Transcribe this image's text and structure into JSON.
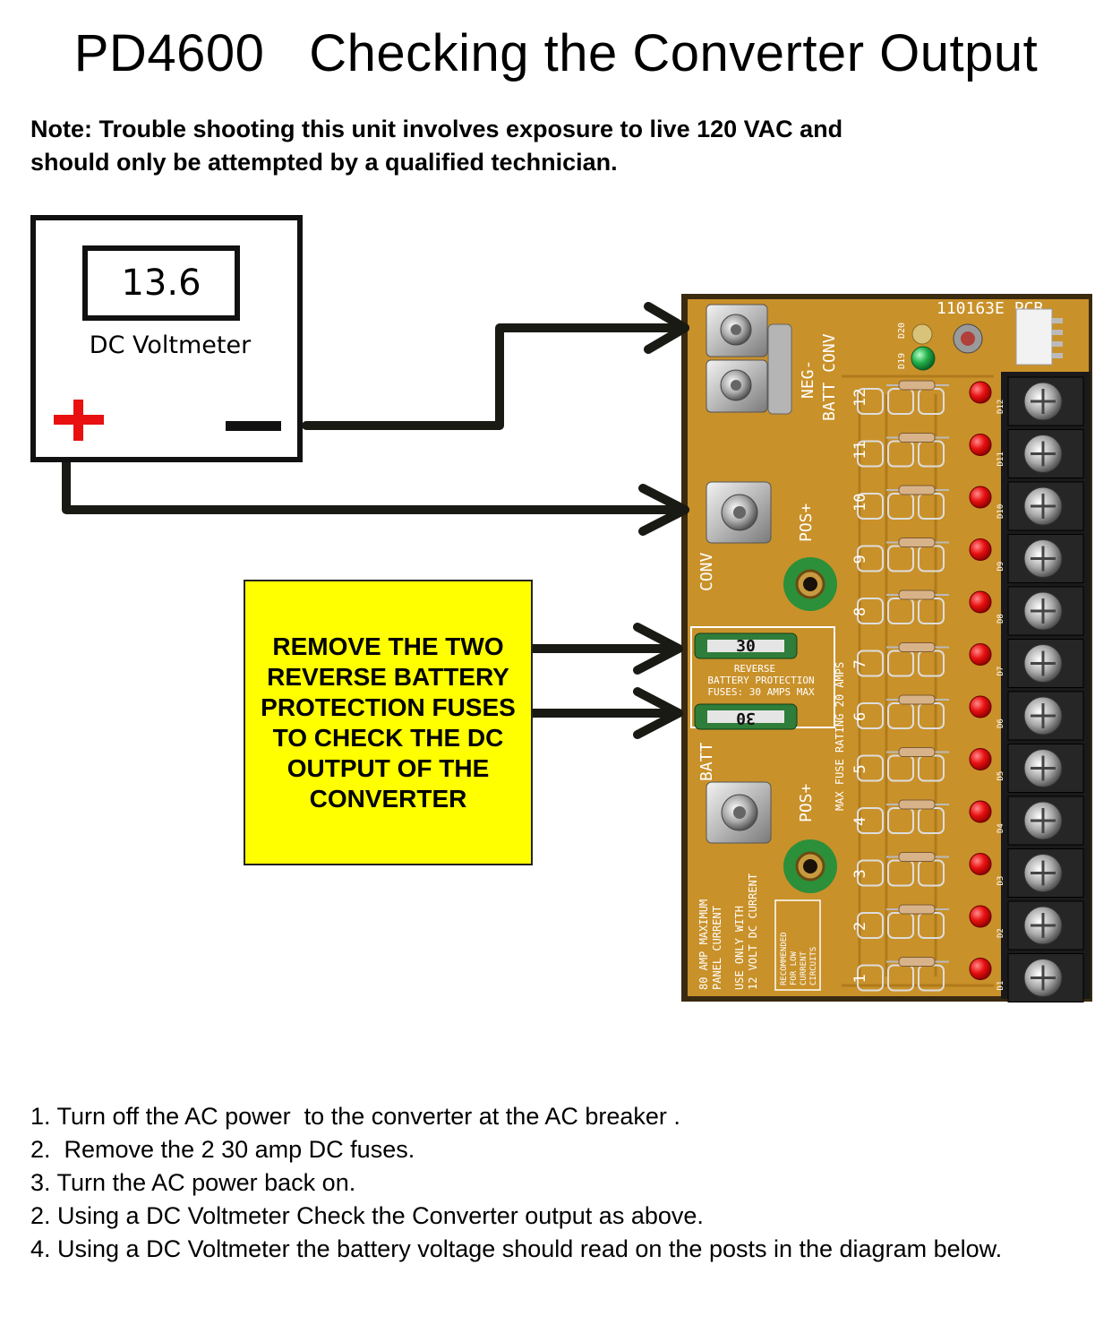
{
  "title": "PD4600   Checking the Converter Output",
  "note": {
    "line1": "Note: Trouble shooting this unit involves exposure to live 120 VAC and",
    "line2": "should only be attempted by a qualified technician."
  },
  "voltmeter": {
    "reading": "13.6",
    "label": "DC Voltmeter",
    "positive_symbol": "+",
    "negative_symbol": "—"
  },
  "callout": {
    "text": "REMOVE THE TWO REVERSE BATTERY PROTECTION FUSES TO CHECK THE DC OUTPUT OF THE CONVERTER"
  },
  "board": {
    "pcb_id": "110163E PCB",
    "neg_label": "NEG-",
    "batt_conv_label": "BATT CONV",
    "pos_label_top": "POS+",
    "pos_label_bottom": "POS+",
    "conv_label": "CONV",
    "batt_label": "BATT",
    "fuse_top_value": "30",
    "fuse_bottom_value": "30",
    "reverse_protection_text": [
      "REVERSE",
      "BATTERY PROTECTION",
      "FUSES: 30 AMPS MAX"
    ],
    "max_fuse_rating": "MAX FUSE RATING 20 AMPS",
    "use_only_text": [
      "USE ONLY WITH",
      "12 VOLT DC CURRENT"
    ],
    "max_current_text": [
      "80 AMP MAXIMUM",
      "PANEL CURRENT"
    ],
    "recommended_text": [
      "RECOMMENDED",
      "FOR LOW",
      "CURRENT",
      "CIRCUITS"
    ],
    "led_labels": [
      "D20",
      "D19"
    ],
    "circuit_numbers": [
      "12",
      "11",
      "10",
      "9",
      "8",
      "7",
      "6",
      "5",
      "4",
      "3",
      "2",
      "1"
    ],
    "diode_labels": [
      "D12",
      "D11",
      "D10",
      "D9",
      "D8",
      "D7",
      "D6",
      "D5",
      "D4",
      "D3",
      "D2",
      "D1"
    ],
    "colors": {
      "pcb": "#c9912a",
      "pcb_edge": "#3a2a10",
      "terminal": "#1a1a1a",
      "led": "#e81010",
      "status_led": "#22b04a",
      "fuse": "#2f7d3a",
      "callout_bg": "#ffff00",
      "plus_sign": "#e81010"
    }
  },
  "steps": [
    "1. Turn off the AC power  to the converter at the AC breaker .",
    "2.  Remove the 2 30 amp DC fuses.",
    "3. Turn the AC power back on.",
    "2. Using a DC Voltmeter Check the Converter output as above.",
    "4. Using a DC Voltmeter the battery voltage should read on the posts in the diagram below."
  ]
}
